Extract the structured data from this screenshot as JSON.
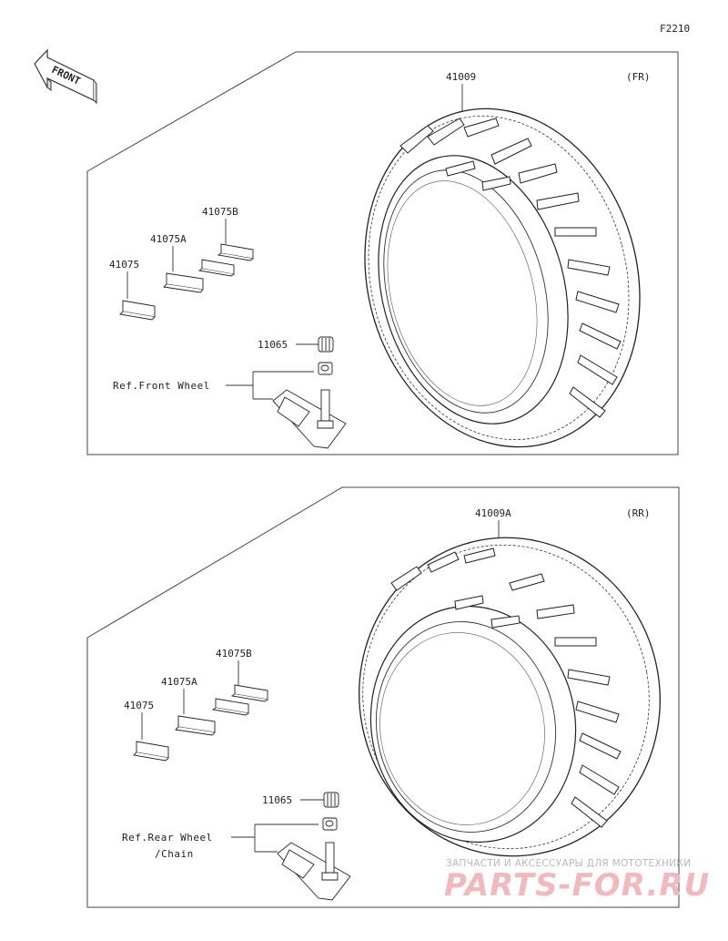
{
  "diagram": {
    "code": "F2210",
    "front_arrow_label": "FRONT",
    "front_section": {
      "tag": "(FR)",
      "tire_part": "41009",
      "weights": [
        "41075",
        "41075A",
        "41075B"
      ],
      "valve_cap_part": "11065",
      "ref_text": "Ref.Front Wheel"
    },
    "rear_section": {
      "tag": "(RR)",
      "tire_part": "41009A",
      "weights": [
        "41075",
        "41075A",
        "41075B"
      ],
      "valve_cap_part": "11065",
      "ref_text_line1": "Ref.Rear Wheel",
      "ref_text_line2": "/Chain"
    },
    "watermark": {
      "caption": "ЗАПЧАСТИ И АКСЕССУАРЫ ДЛЯ МОТОТЕХНИКИ",
      "site": "PARTS-FOR.RU"
    }
  }
}
